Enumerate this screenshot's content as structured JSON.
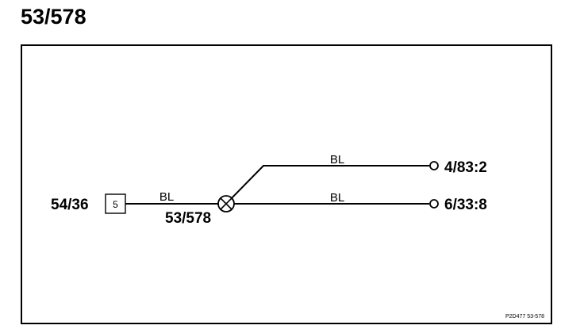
{
  "title": "53/578",
  "connector": {
    "code": "54/36",
    "pin": "5"
  },
  "splice": {
    "code": "53/578"
  },
  "wires": [
    {
      "color": "BL"
    },
    {
      "color": "BL"
    },
    {
      "color": "BL"
    }
  ],
  "terminals": [
    {
      "code": "4/83:2"
    },
    {
      "code": "6/33:8"
    }
  ],
  "footer_ref": "P2D477  53-578"
}
